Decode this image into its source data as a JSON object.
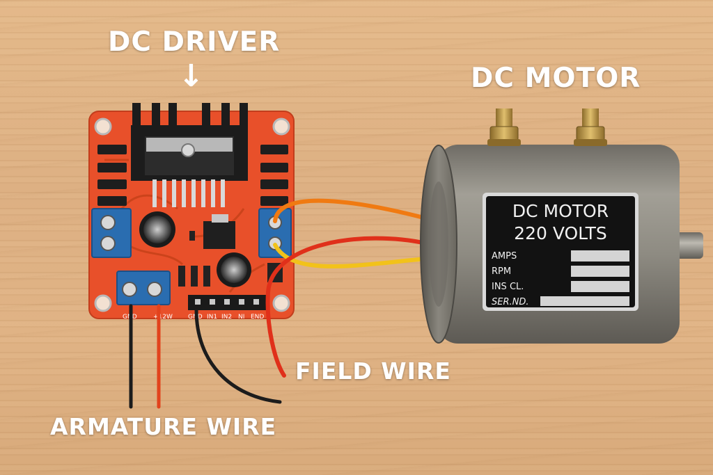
{
  "labels": {
    "driver": "DC DRIVER",
    "motor": "DC MOTOR",
    "field_wire": "FIELD WIRE",
    "armature_wire": "ARMATURE WIRE"
  },
  "board": {
    "pins": [
      "GND",
      "IN1",
      "IN2",
      "NI",
      "END"
    ],
    "power_labels": [
      "GND",
      "+12W"
    ]
  },
  "nameplate": {
    "title": "DC MOTOR",
    "voltage": "220 VOLTS",
    "fields": [
      "AMPS",
      "RPM",
      "INS CL.",
      "SER.ND."
    ]
  },
  "colors": {
    "board": "#e8502a",
    "motor_body": "#8e8b82",
    "wire_orange": "#f07a12",
    "wire_red": "#e0301a",
    "wire_yellow": "#f2c21a",
    "wire_black": "#1c1c1c"
  }
}
